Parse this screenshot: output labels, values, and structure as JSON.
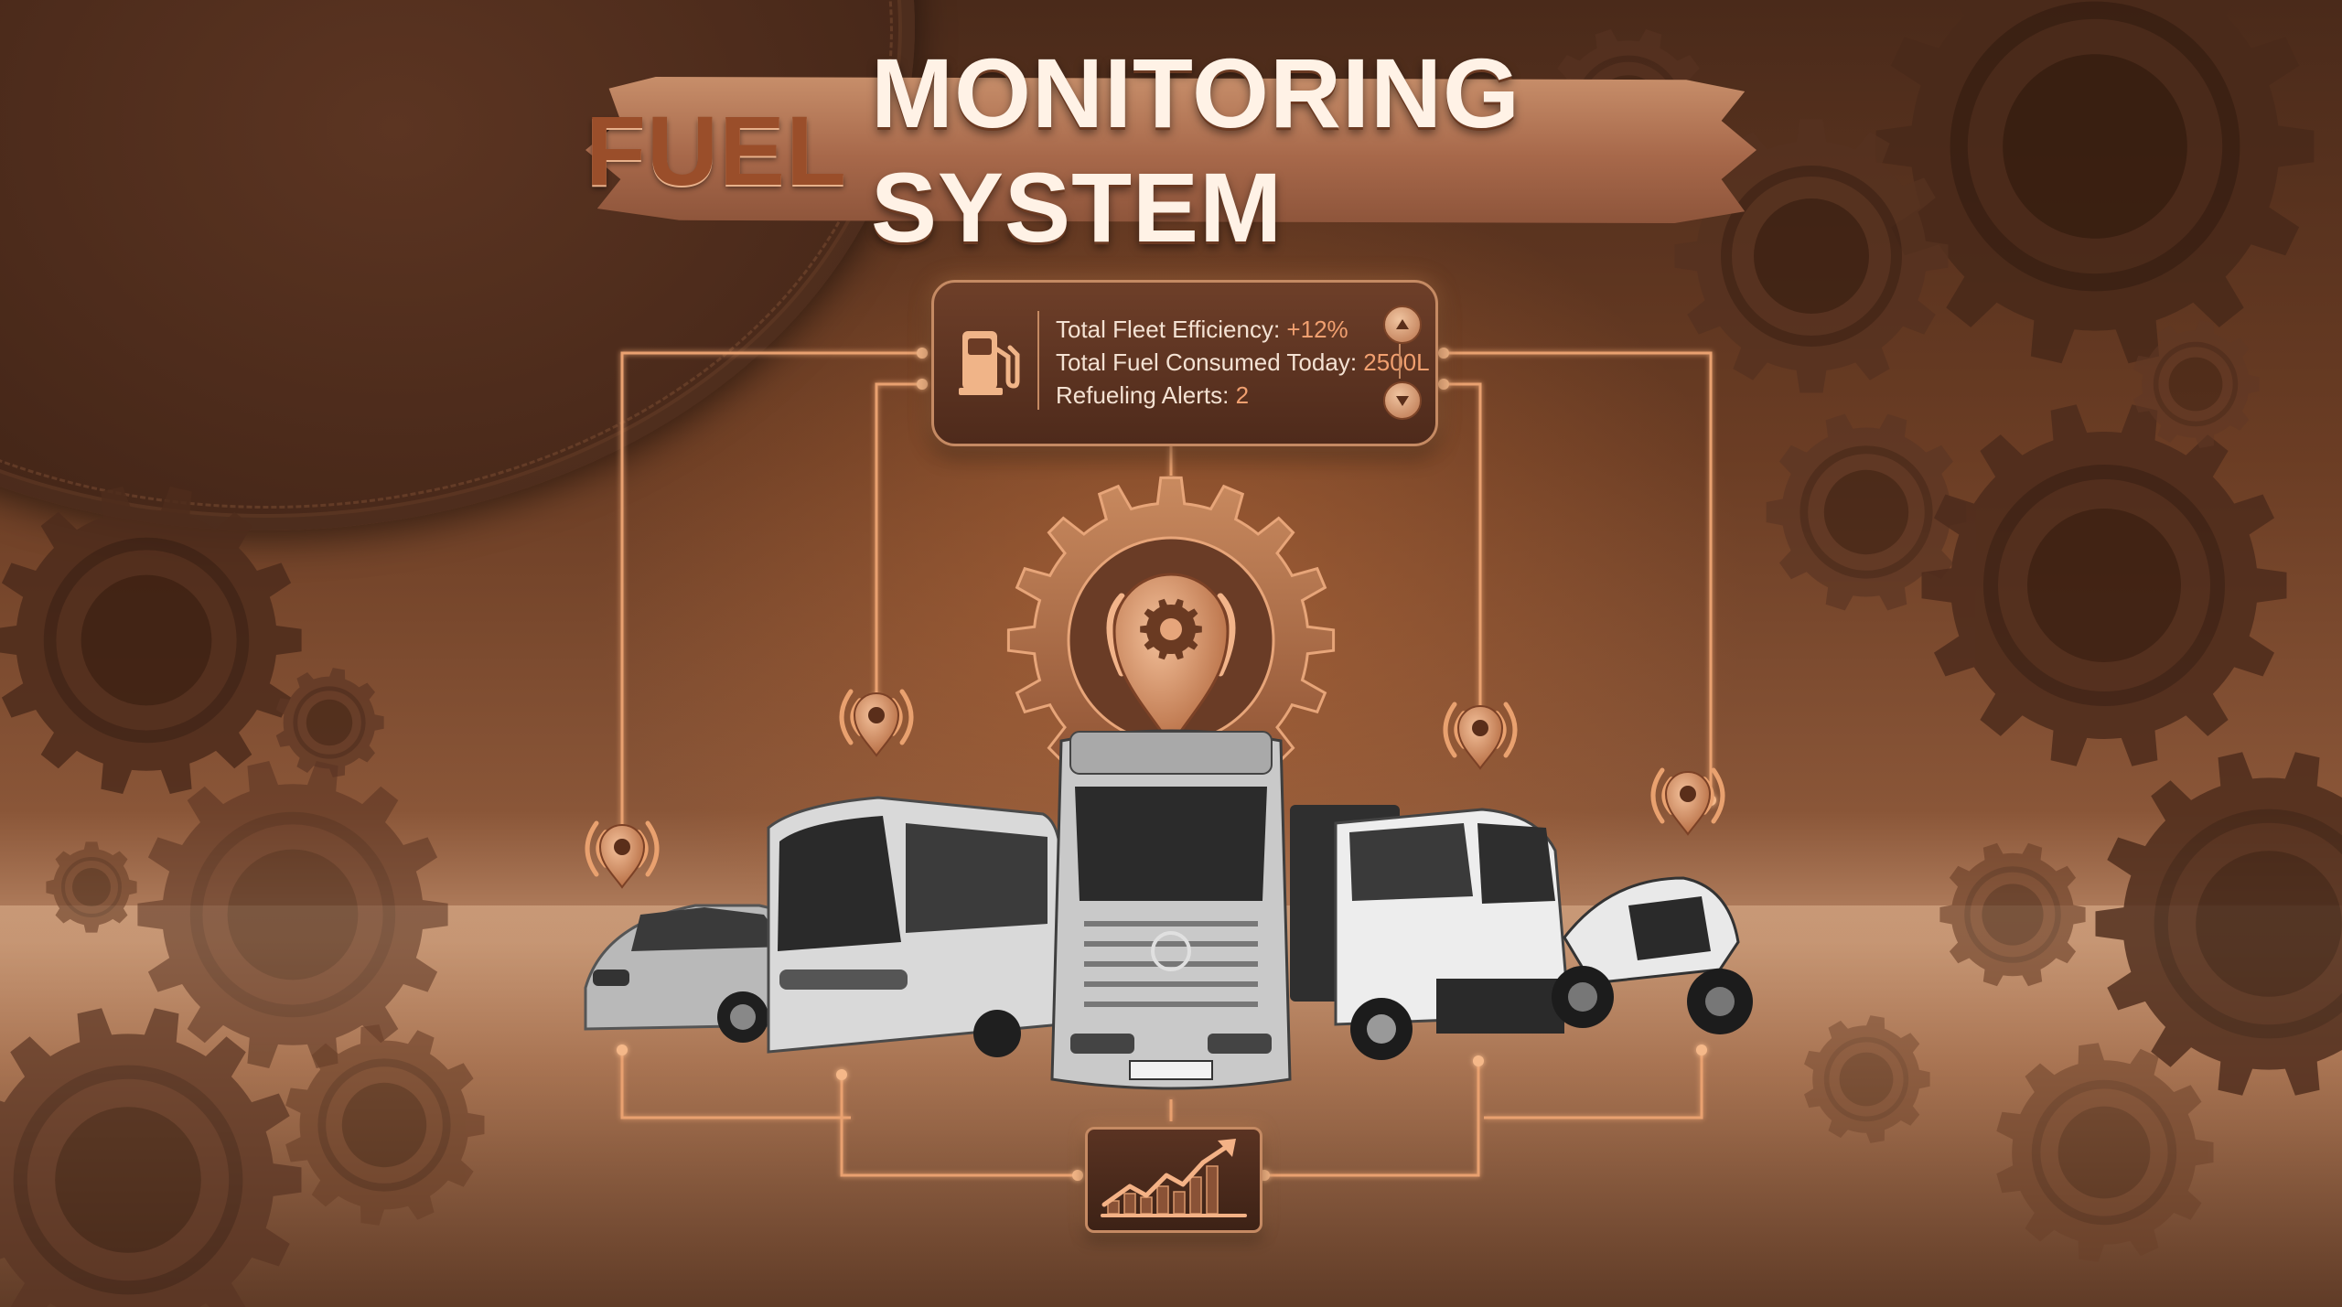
{
  "title": {
    "accent_word": "FUEL",
    "main_words": "MONITORING SYSTEM"
  },
  "stats_panel": {
    "efficiency_label": "Total Fleet Efficiency:",
    "efficiency_value": "+12%",
    "consumed_label": "Total Fuel Consumed Today:",
    "consumed_value": "2500L",
    "alerts_label": "Refueling Alerts:",
    "alerts_value": "2"
  },
  "icons": {
    "panel": "fuel-pump-icon",
    "hub": "gear-location-pin-icon",
    "vehicles": "location-pin-icon",
    "analytics": "trend-chart-icon",
    "scroll_up": "triangle-up-icon",
    "scroll_down": "triangle-down-icon"
  },
  "vehicles": [
    "car",
    "bus",
    "truck",
    "dump-truck",
    "motorcycle"
  ],
  "colors": {
    "accent": "#c58a63",
    "value_highlight": "#f1a070",
    "background": "#5a331f",
    "line_glow": "#e9a16f"
  }
}
